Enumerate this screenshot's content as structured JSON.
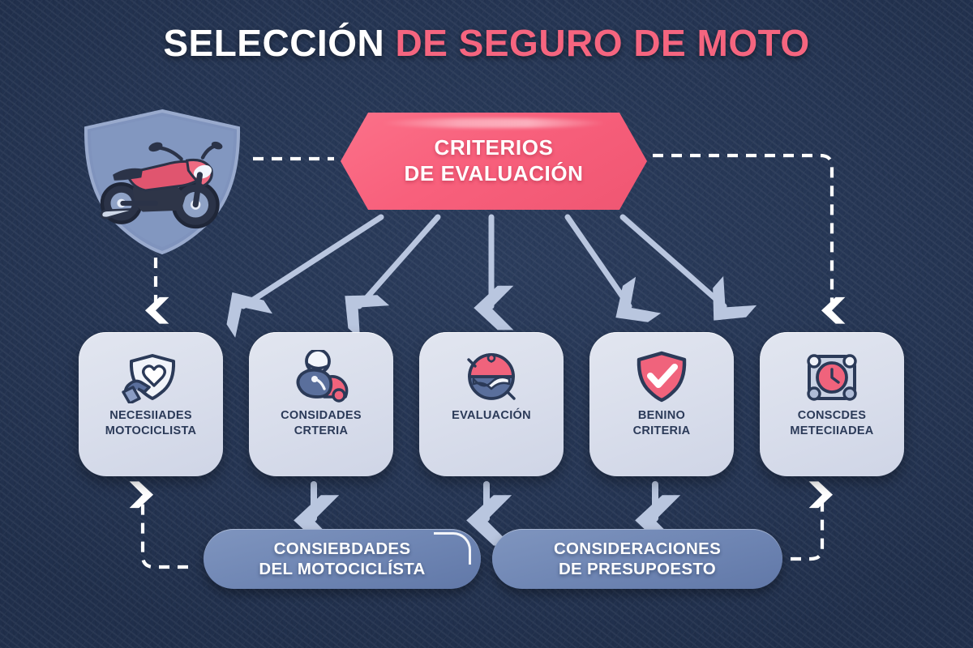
{
  "meta": {
    "background_color": "#253553",
    "accent_pink": "#f5657f",
    "card_bg": "#dbe0ed",
    "pill_bg": "#6e85b3",
    "arrow_color": "#b9c6df",
    "dashed_color": "#ffffff",
    "text_dark": "#2b3a58",
    "text_light": "#ffffff"
  },
  "title": {
    "part_white": "SELECCIÓN",
    "part_pink": "DE SEGURO DE MOTO"
  },
  "badge": {
    "icon": "shield-motorcycle-icon",
    "shield_color": "#7e93bd",
    "motorcycle_color": "#e0556f"
  },
  "banner": {
    "label": "CRITERIOS\nDE EVALUACIÓN",
    "color": "#f8607c"
  },
  "cards": [
    {
      "id": "card-necesidades-motociclista",
      "label": "NECESIIADES\nMOTOCICLISTA",
      "icon": "hand-heart-shield-icon"
    },
    {
      "id": "card-considades-crteria",
      "label": "CONSIDADES\nCRTERIA",
      "icon": "rider-scooter-icon"
    },
    {
      "id": "card-evaluacion",
      "label": "EVALUACIÓN",
      "icon": "helmet-emblem-icon"
    },
    {
      "id": "card-benino-criteria",
      "label": "BENINO\nCRITERIA",
      "icon": "shield-check-icon"
    },
    {
      "id": "card-conscdes-meteciiadea",
      "label": "CONSCDES\nMETECIIADEA",
      "icon": "clock-timer-icon"
    }
  ],
  "pills": [
    {
      "id": "pill-consideraciones-motociclista",
      "label": "CONSIEBDADES\nDEL MOTOCICLÍSTA"
    },
    {
      "id": "pill-consideraciones-presupuesto",
      "label": "CONSIDERACIONES\nDE PRESUPOESTO"
    }
  ],
  "connectors": {
    "badge_to_banner": "dashed-horizontal",
    "banner_to_right_card": "dashed-elbow",
    "badge_to_card0": "dashed-vertical-down",
    "banner_to_cards": "solid-arrows",
    "cards_to_pills": "solid-arrows-down",
    "pill_to_card0": "dashed-elbow-up"
  }
}
